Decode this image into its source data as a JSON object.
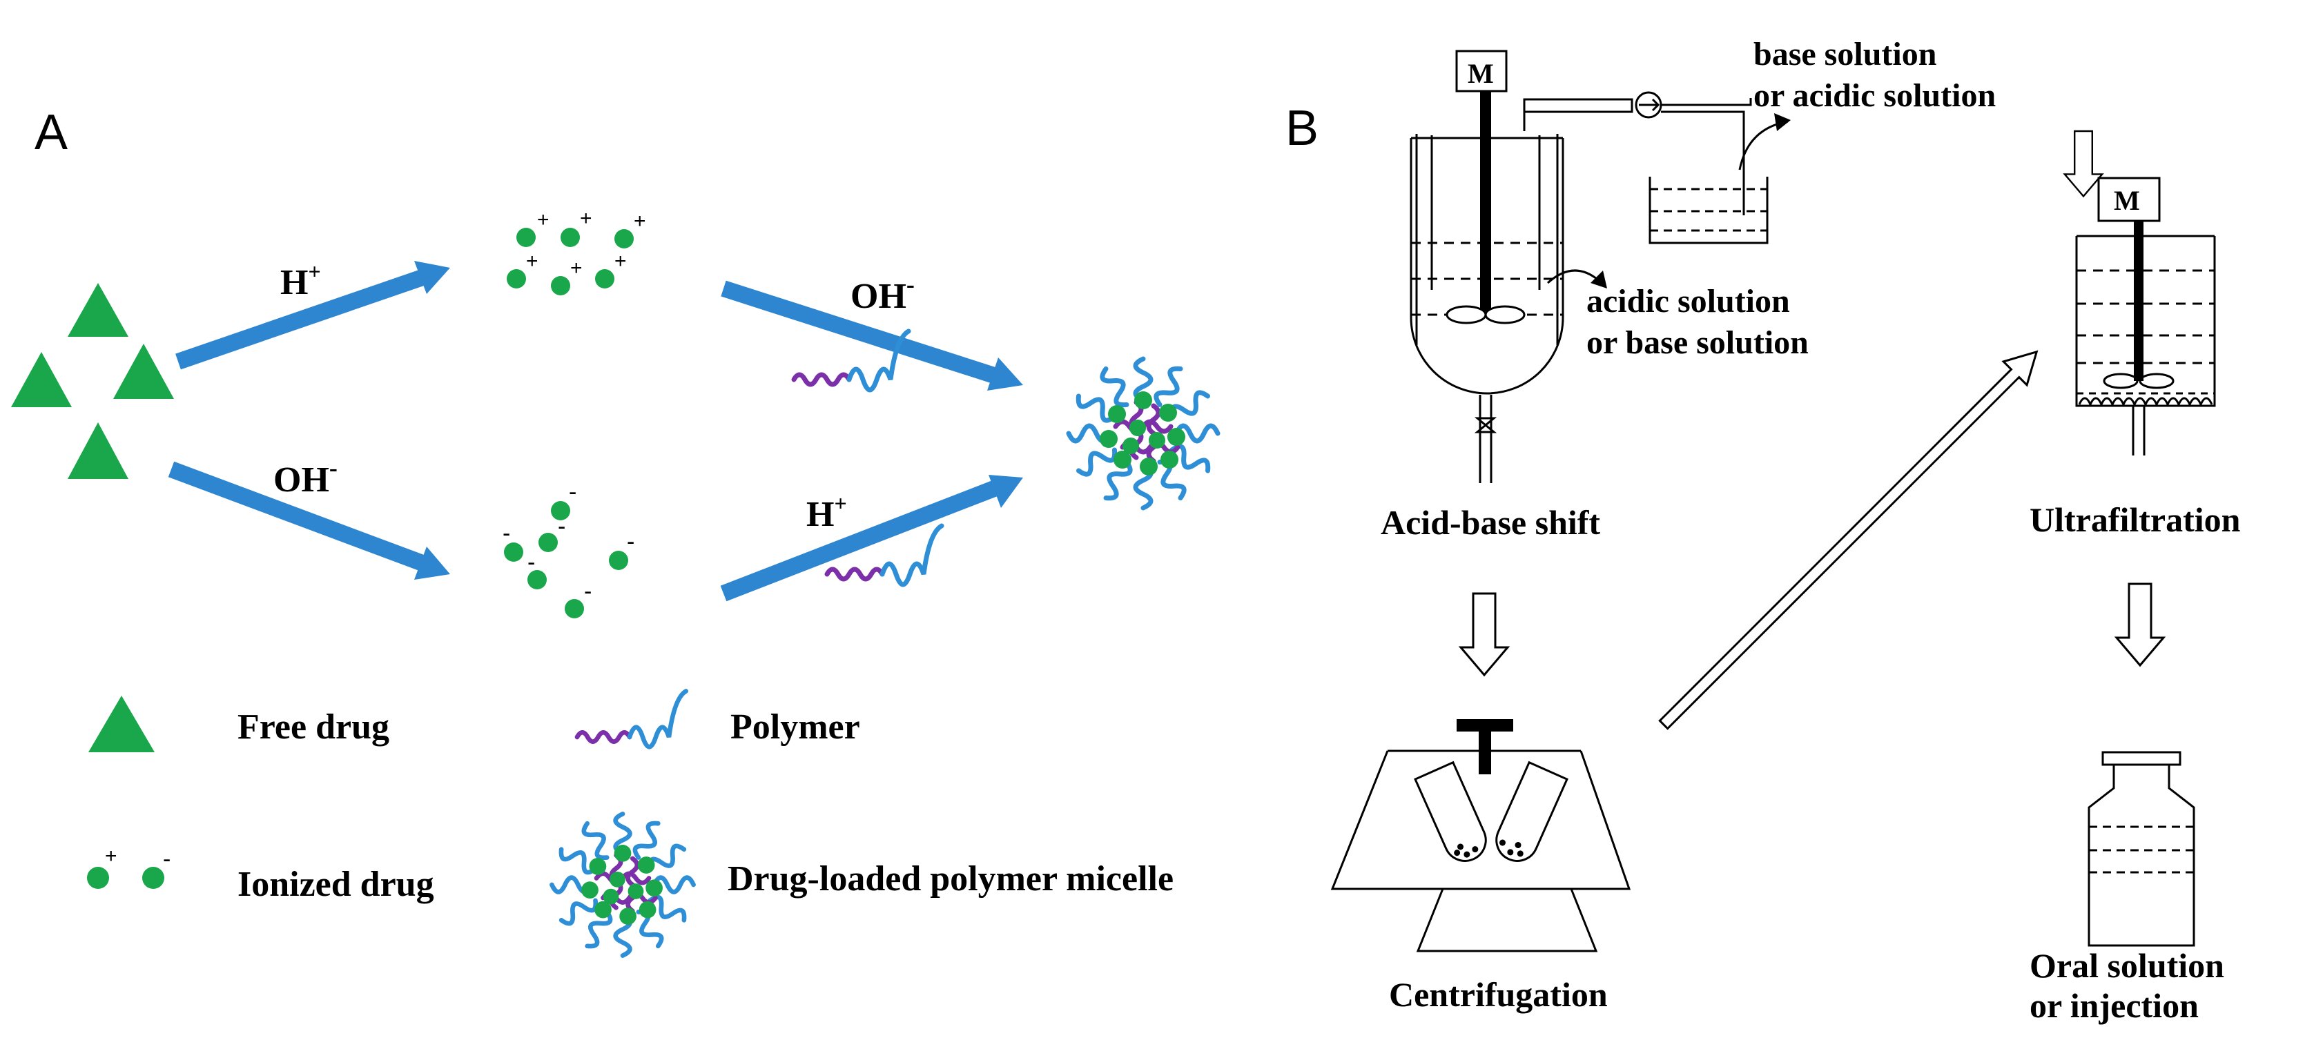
{
  "panel_a": {
    "label": "A",
    "top_arrow_1": "H",
    "top_arrow_1_sup": "+",
    "top_arrow_2": "OH",
    "top_arrow_2_sup": "-",
    "bottom_arrow_1": "OH",
    "bottom_arrow_1_sup": "-",
    "bottom_arrow_2": "H",
    "bottom_arrow_2_sup": "+",
    "charge_plus": "+",
    "charge_minus": "-",
    "legend": {
      "free_drug": "Free drug",
      "polymer": "Polymer",
      "ionized_drug": "Ionized drug",
      "micelle": "Drug-loaded polymer micelle"
    }
  },
  "panel_b": {
    "label": "B",
    "motor_label": "M",
    "reagent_top": [
      "base solution",
      "or acidic solution"
    ],
    "reagent_side": [
      "acidic solution",
      "or base solution"
    ],
    "step_1": "Acid-base shift",
    "step_2": "Centrifugation",
    "step_3": "Ultrafiltration",
    "step_4": [
      "Oral solution",
      "or injection"
    ]
  },
  "colors": {
    "arrow_blue": "#2e86d0",
    "drug_green": "#1aa64a",
    "polymer_purple": "#7b2fa8",
    "polymer_blue": "#2f8fd6",
    "charge_red": "#e8141c"
  }
}
